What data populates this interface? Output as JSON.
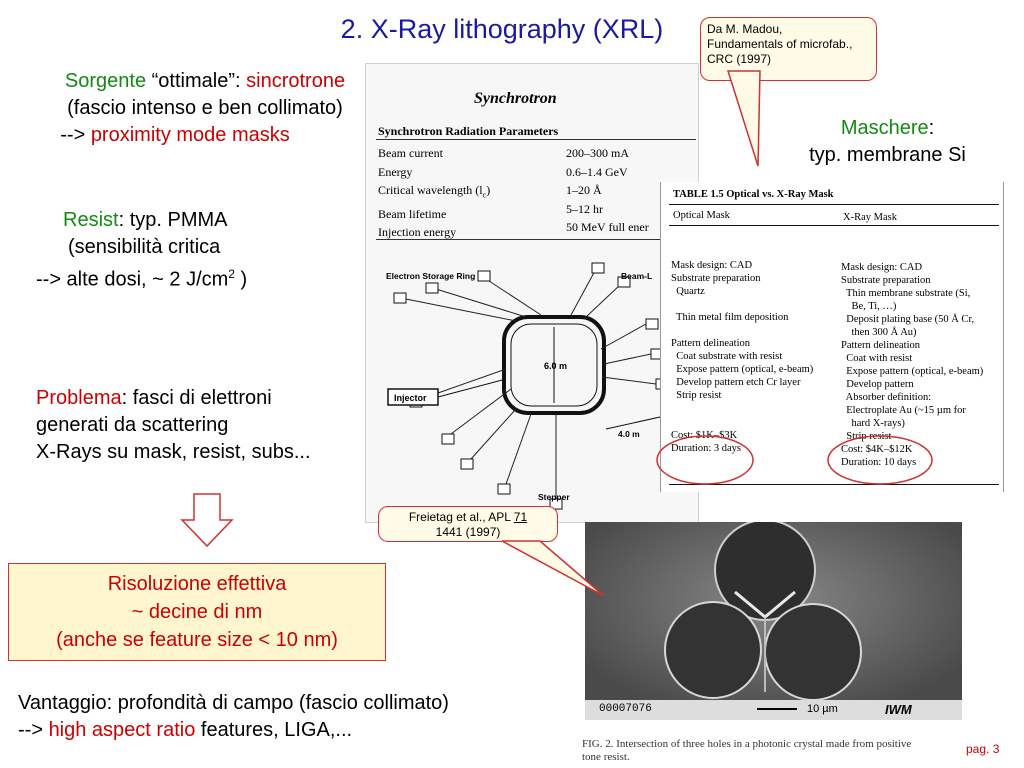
{
  "title": "2. X-Ray lithography (XRL)",
  "ref_madou": [
    "Da M. Madou,",
    "Fundamentals of microfab.,",
    "CRC  (1997)"
  ],
  "sorgente": {
    "label": "Sorgente",
    "mid": " “ottimale”: ",
    "value": "sincrotrone",
    "line2": "(fascio intenso e ben collimato)",
    "line3_prefix": "--> ",
    "line3_red": "proximity mode masks"
  },
  "maschere": {
    "label": "Maschere",
    "colon": ":",
    "line2": "typ. membrane Si"
  },
  "resist": {
    "label": "Resist",
    "rest": ": typ. PMMA",
    "line2": "(sensibilità critica",
    "line3": "--> alte dosi, ~ 2 J/cm",
    "sup": "2",
    "line3_end": " )"
  },
  "problema": {
    "label": "Problema",
    "rest": ": fasci di elettroni",
    "line2": "generati da scattering",
    "line3": "X-Rays su mask, resist, subs..."
  },
  "risoluzione": [
    "Risoluzione effettiva",
    "~ decine di nm",
    "(anche se feature size < 10 nm)"
  ],
  "vantaggio": {
    "line1": "Vantaggio: profondità di campo (fascio collimato)",
    "line2_prefix": "--> ",
    "line2_red": "high aspect ratio",
    "line2_end": " features, LIGA,..."
  },
  "ref_freietag": {
    "text": "Freietag et al., APL ",
    "vol": "71",
    "line2": "1441 (1997)"
  },
  "synchrotron": {
    "heading": "Synchrotron",
    "table_title": "Synchrotron Radiation Parameters",
    "rows": [
      [
        "Beam current",
        "200–300 mA"
      ],
      [
        "Energy",
        "0.6–1.4 GeV"
      ],
      [
        "Critical wavelength (l",
        "1–20 Å"
      ],
      [
        "Beam lifetime",
        "5–12 hr"
      ],
      [
        "Injection energy",
        "50 MeV full ener"
      ]
    ],
    "crit_sub": "c",
    "crit_end": ")",
    "ring_label": "Electron Storage Ring",
    "beam_label": "Beam-L",
    "size_label": "6.0 m",
    "dist_label": "4.0 m",
    "injector": "Injector",
    "stepper": "Stepper"
  },
  "mask_table": {
    "title": "TABLE 1.5  Optical vs. X-Ray Mask",
    "col1": "Optical Mask",
    "col2": "X-Ray Mask",
    "left": [
      "Mask design: CAD",
      "Substrate preparation",
      "  Quartz",
      "",
      "  Thin metal film deposition",
      "",
      "Pattern delineation",
      "  Coat substrate with resist",
      "  Expose pattern (optical, e-beam)",
      "  Develop pattern etch Cr layer",
      "  Strip resist",
      "",
      "",
      "Cost: $1K–$3K",
      "Duration: 3 days"
    ],
    "right": [
      "Mask design: CAD",
      "Substrate preparation",
      "  Thin membrane substrate (Si,",
      "    Be, Ti, …)",
      "  Deposit plating base (50 Å Cr,",
      "    then 300 Å Au)",
      "Pattern delineation",
      "  Coat with resist",
      "  Expose pattern (optical, e-beam)",
      "  Develop pattern",
      "  Absorber definition:",
      "  Electroplate Au (~15 µm for",
      "    hard X-rays)",
      "  Strip resist",
      "Cost: $4K–$12K",
      "Duration: 10 days"
    ]
  },
  "sem": {
    "id": "00007076",
    "scale": "10 µm",
    "logo": "IWM"
  },
  "fig_caption": [
    "FIG. 2.  Intersection of three holes in a photonic crystal made from positive",
    "tone resist."
  ],
  "page": "pag. 3"
}
